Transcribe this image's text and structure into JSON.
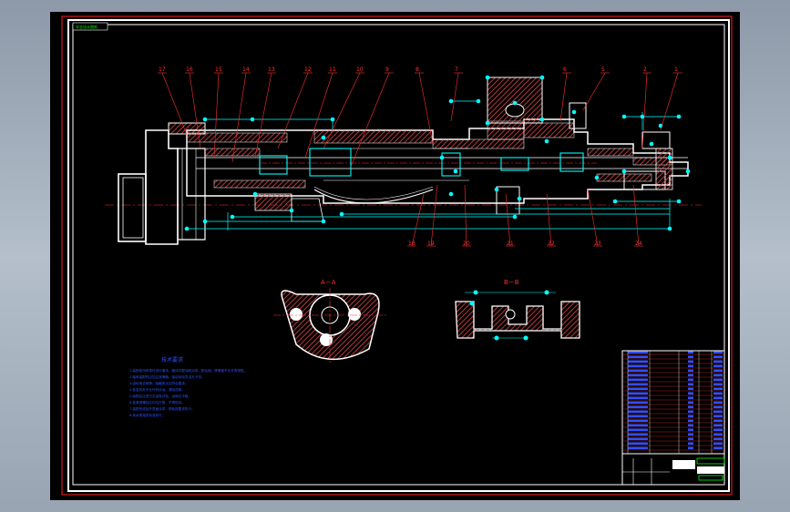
{
  "drawing": {
    "title_tag": "毕业设计图纸",
    "section_a_label": "A－A",
    "section_b_label": "B－B",
    "notes_title": "技术要求",
    "notes": [
      "1.装配前所有零件进行清洗，箱体内壁涂耐油漆，配合面、摩擦面不允许有锈斑。",
      "2.轴承装配时应加注润滑脂，保证转动灵活无卡滞。",
      "3.齿轮啮合侧隙、接触斑点应符合要求。",
      "4.各密封处不允许有渗油、漏油现象。",
      "5.装配后应进行空运转试验，运转应平稳。",
      "6.各紧固螺栓应均匀拧紧，不得松动。",
      "7.装配完成后外表面涂漆，颜色按要求执行。",
      "8.其余按相关标准执行。"
    ],
    "balloons_top": [
      "17",
      "16",
      "15",
      "14",
      "13",
      "12",
      "11",
      "10",
      "9",
      "8",
      "7",
      "6",
      "5",
      "2",
      "1"
    ],
    "balloons_bottom": [
      "18",
      "19",
      "20",
      "21",
      "22",
      "23",
      "24"
    ],
    "colors": {
      "frame": "#ffffff",
      "border_red": "#ff2020",
      "cyan": "#00ffff",
      "blue": "#3050ff",
      "red": "#ff3030",
      "green": "#00d000",
      "hatch": "#e85050"
    }
  }
}
